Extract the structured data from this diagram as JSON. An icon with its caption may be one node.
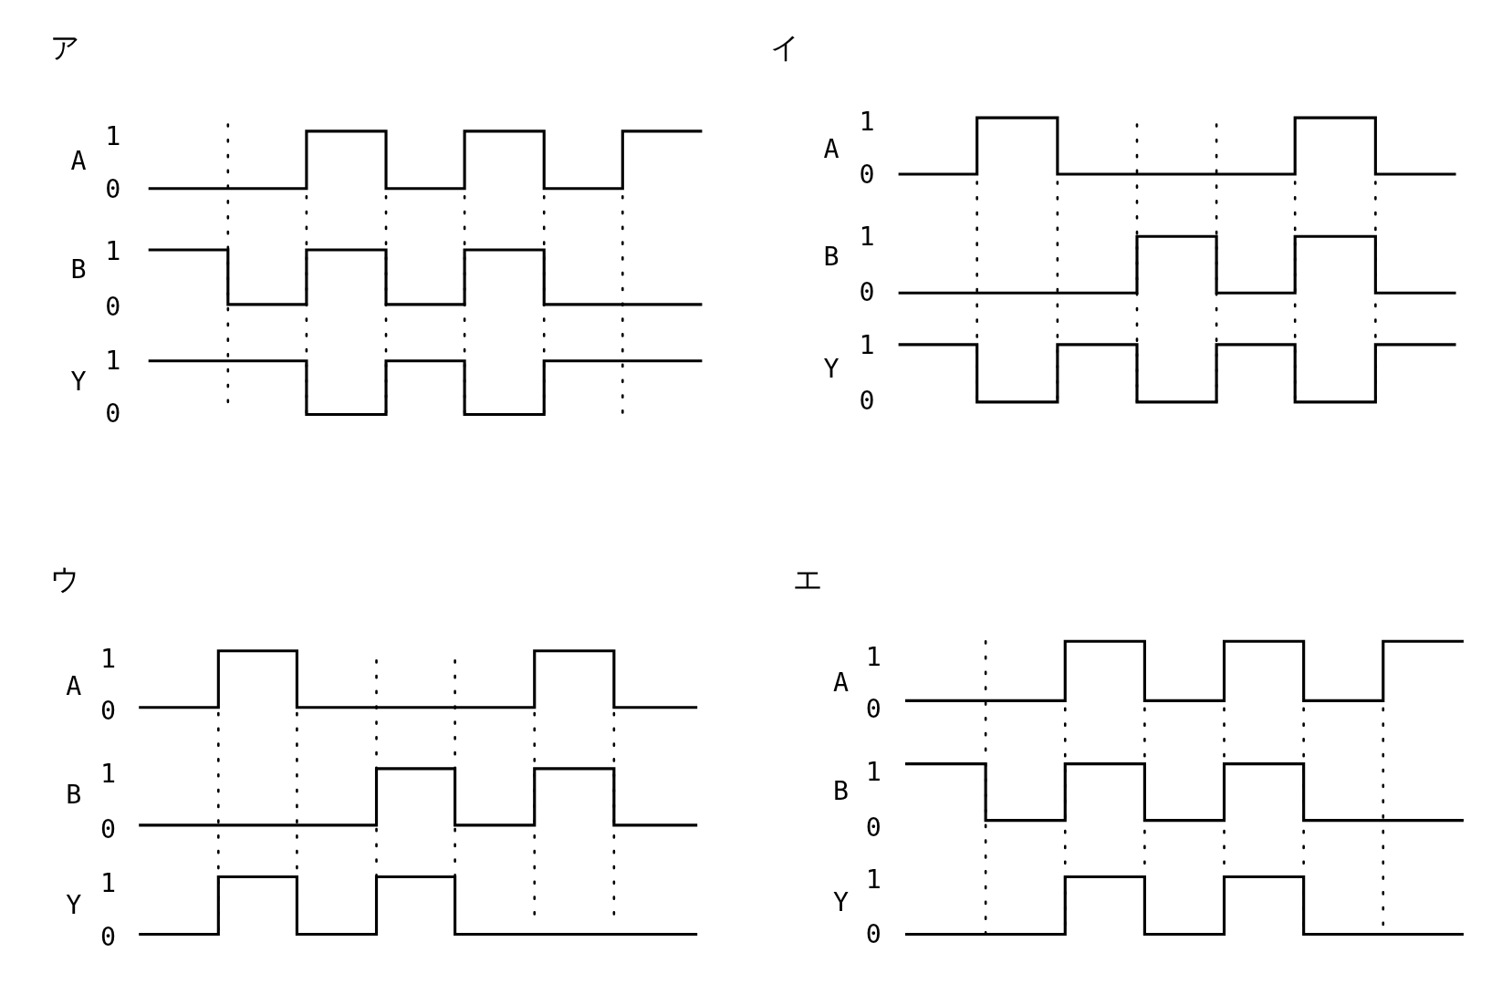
{
  "diagram": {
    "labels": [
      "ア",
      "1",
      "A",
      "0",
      "1",
      "B",
      "0",
      "1",
      "Y",
      "0",
      "イ",
      "1",
      "A",
      "0",
      "1",
      "B",
      "0",
      "1",
      "Y",
      "0",
      "ウ",
      "1",
      "A",
      "0",
      "1",
      "B",
      "0",
      "1",
      "Y",
      "0",
      "エ",
      "1",
      "A",
      "0",
      "1",
      "B",
      "0",
      "1",
      "Y",
      "0"
    ]
  }
}
